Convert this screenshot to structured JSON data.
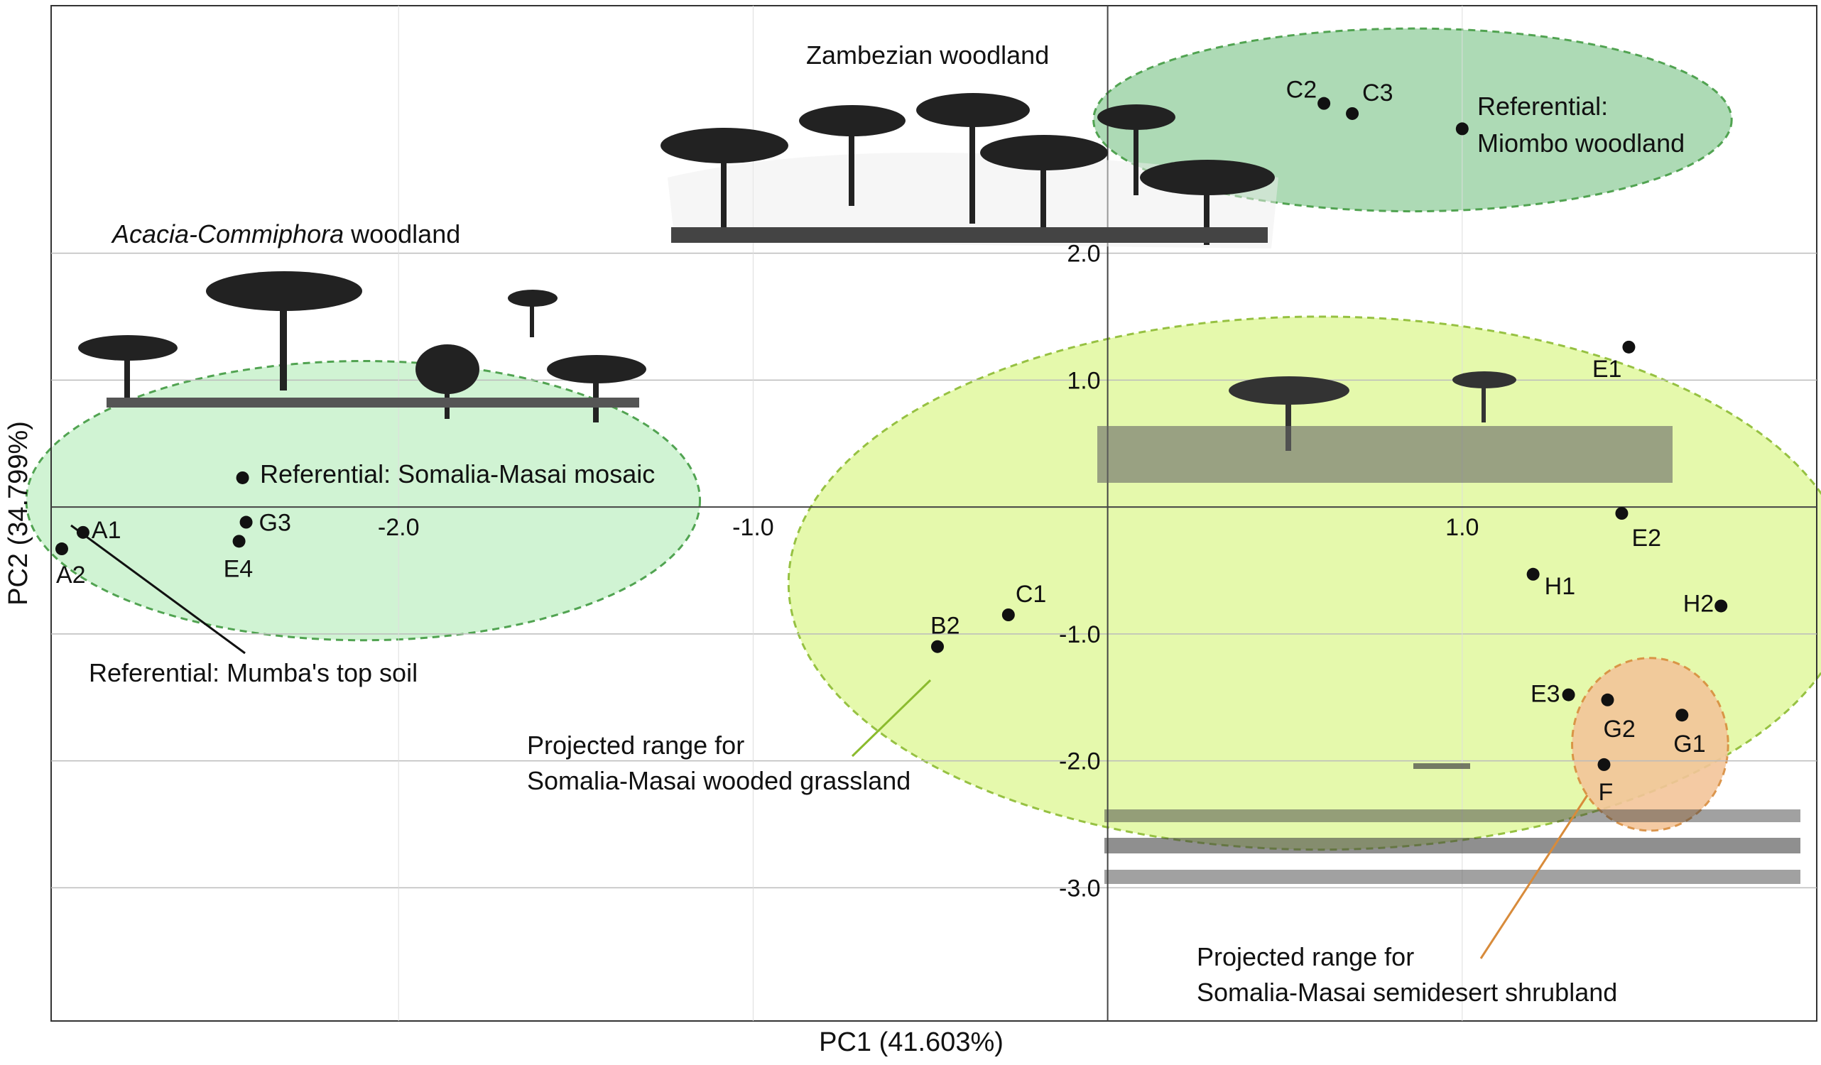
{
  "chart_data": {
    "type": "scatter",
    "xlabel": "PC1 (41.603%)",
    "ylabel": "PC2 (34.799%)",
    "xlim": [
      -2.98,
      2.0
    ],
    "ylim": [
      -4.05,
      3.95
    ],
    "x_ticks": [
      {
        "value": -2.0,
        "label": "-2.0"
      },
      {
        "value": -1.0,
        "label": "-1.0"
      },
      {
        "value": 1.0,
        "label": "1.0"
      }
    ],
    "y_ticks": [
      {
        "value": 2.0,
        "label": "2.0"
      },
      {
        "value": 1.0,
        "label": "1.0"
      },
      {
        "value": -1.0,
        "label": "-1.0"
      },
      {
        "value": -2.0,
        "label": "-2.0"
      },
      {
        "value": -3.0,
        "label": "-3.0"
      }
    ],
    "grid": true,
    "points": [
      {
        "label": "A1",
        "x": -2.89,
        "y": -0.2
      },
      {
        "label": "A2",
        "x": -2.95,
        "y": -0.33
      },
      {
        "label": "G3",
        "x": -2.43,
        "y": -0.12
      },
      {
        "label": "E4",
        "x": -2.45,
        "y": -0.27
      },
      {
        "label": "",
        "x": -2.44,
        "y": 0.23
      },
      {
        "label": "C2",
        "x": 0.61,
        "y": 3.18
      },
      {
        "label": "C3",
        "x": 0.69,
        "y": 3.1
      },
      {
        "label": "",
        "x": 1.0,
        "y": 2.98
      },
      {
        "label": "E1",
        "x": 1.47,
        "y": 1.26
      },
      {
        "label": "E2",
        "x": 1.45,
        "y": -0.05
      },
      {
        "label": "H1",
        "x": 1.2,
        "y": -0.53
      },
      {
        "label": "H2",
        "x": 1.73,
        "y": -0.78
      },
      {
        "label": "C1",
        "x": -0.28,
        "y": -0.85
      },
      {
        "label": "B2",
        "x": -0.48,
        "y": -1.1
      },
      {
        "label": "E3",
        "x": 1.3,
        "y": -1.48
      },
      {
        "label": "G2",
        "x": 1.41,
        "y": -1.52
      },
      {
        "label": "G1",
        "x": 1.62,
        "y": -1.64
      },
      {
        "label": "F",
        "x": 1.4,
        "y": -2.03
      }
    ],
    "regions": [
      {
        "name": "somalia-masai-mosaic",
        "cx": -2.1,
        "cy": 0.05,
        "rx": 0.95,
        "ry": 1.1,
        "fill": "#cbf2cf",
        "stroke": "#3f9a3f"
      },
      {
        "name": "miombo",
        "cx": 0.86,
        "cy": 3.05,
        "rx": 0.9,
        "ry": 0.72,
        "fill": "#a5d6ae",
        "stroke": "#3f9a3f"
      },
      {
        "name": "wooded-grassland",
        "cx": 0.6,
        "cy": -0.6,
        "rx": 1.5,
        "ry": 2.1,
        "fill": "#e3f9a4",
        "stroke": "#8bbb2e"
      },
      {
        "name": "semidesert",
        "cx": 1.53,
        "cy": -1.87,
        "rx": 0.22,
        "ry": 0.68,
        "fill": "#f3c59a",
        "stroke": "#d88b3b"
      }
    ],
    "annotations": {
      "zambezian": "Zambezian woodland",
      "acacia_italic": "Acacia-Commiphora",
      "acacia_rest": " woodland",
      "miombo_1": "Referential:",
      "miombo_2": "Miombo woodland",
      "somalia_mosaic": "Referential: Somalia-Masai mosaic",
      "mumba": "Referential: Mumba's top soil",
      "grassland_1": "Projected range for",
      "grassland_2": "Somalia-Masai wooded grassland",
      "shrub_1": "Projected range for",
      "shrub_2": "Somalia-Masai semidesert shrubland"
    }
  }
}
